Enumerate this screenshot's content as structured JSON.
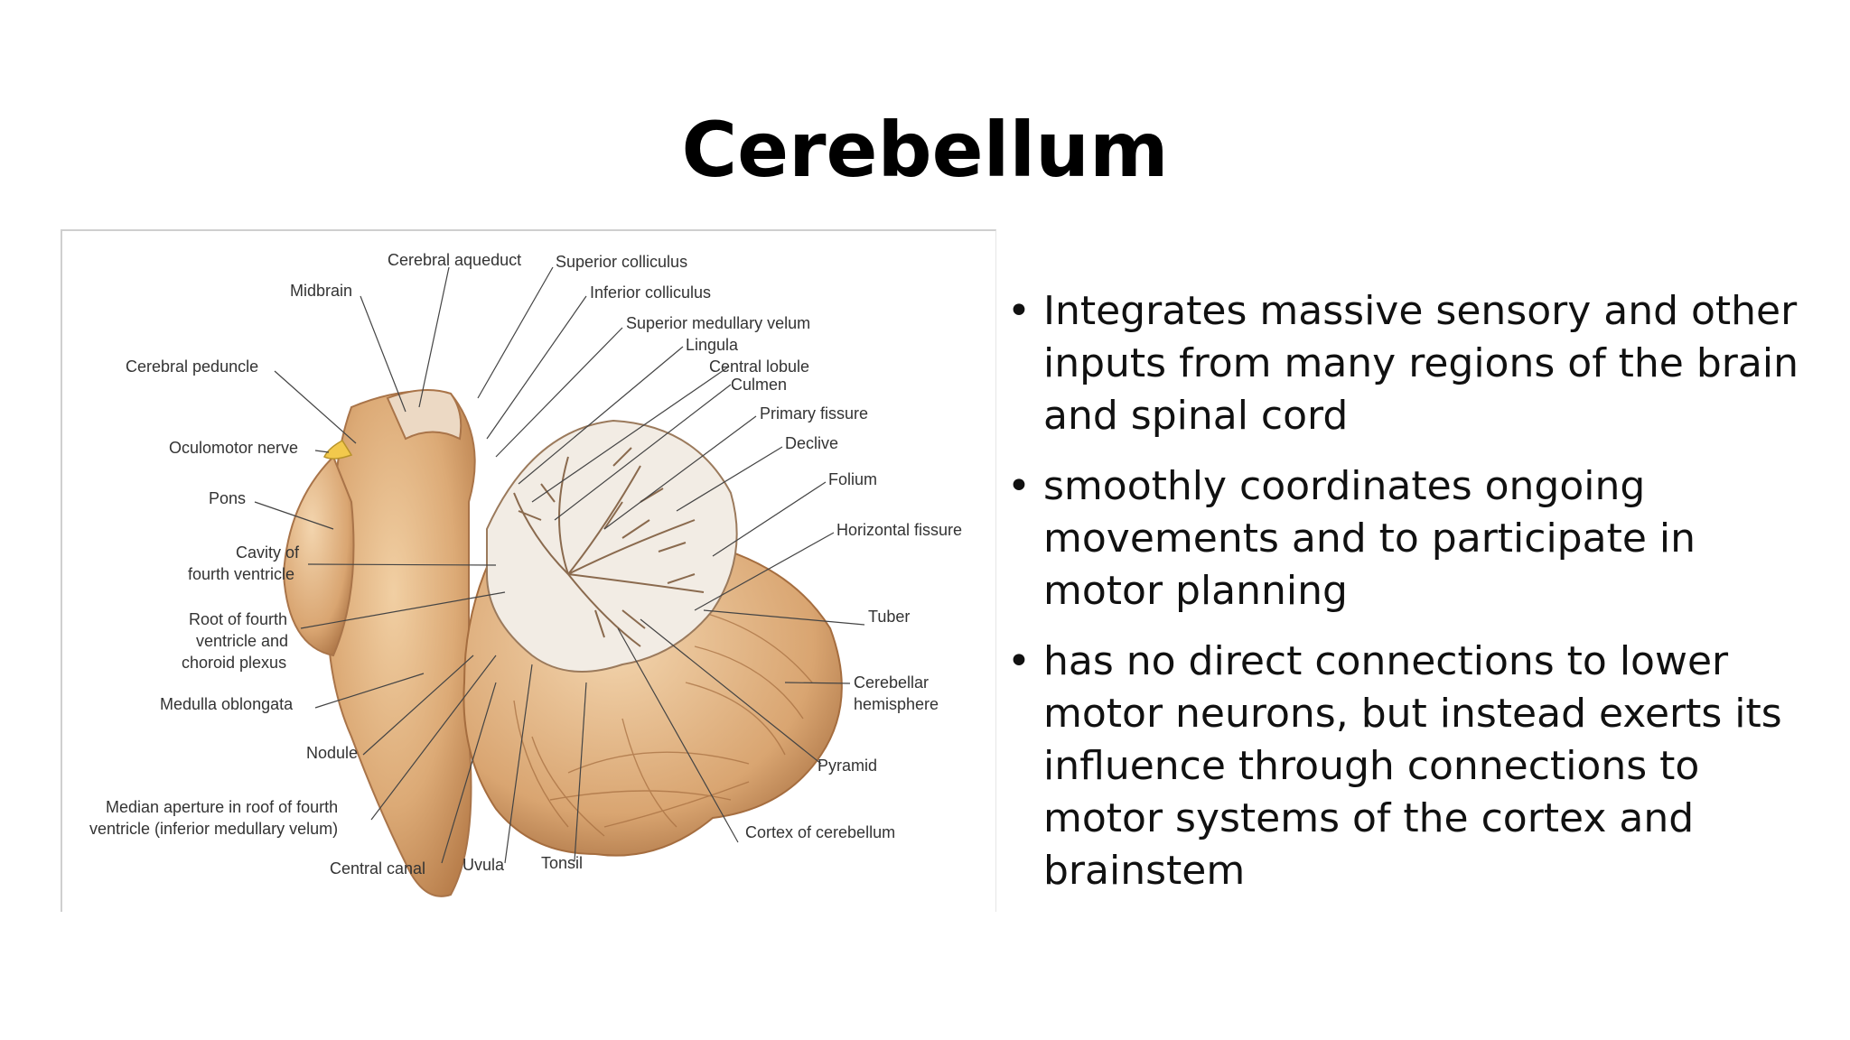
{
  "slide": {
    "title": "Cerebellum",
    "bullets": [
      "Integrates massive sensory and other inputs from many regions of the brain and spinal cord",
      "smoothly coordinates ongoing movements and to participate in motor planning",
      "has no direct connections to lower motor neurons, but instead exerts its influence through connections to motor systems of the cortex and brainstem"
    ]
  },
  "figure": {
    "labels": {
      "cerebral_aqueduct": "Cerebral aqueduct",
      "superior_colliculus": "Superior colliculus",
      "midbrain": "Midbrain",
      "inferior_colliculus": "Inferior colliculus",
      "superior_medullary_velum": "Superior medullary velum",
      "lingula": "Lingula",
      "cerebral_peduncle": "Cerebral peduncle",
      "central_lobule": "Central lobule",
      "culmen": "Culmen",
      "primary_fissure": "Primary fissure",
      "oculomotor_nerve": "Oculomotor nerve",
      "declive": "Declive",
      "folium": "Folium",
      "pons": "Pons",
      "horizontal_fissure": "Horizontal fissure",
      "cavity_line1": "Cavity of",
      "cavity_line2": "fourth ventricle",
      "root_line1": "Root of fourth",
      "root_line2": "ventricle and",
      "root_line3": "choroid plexus",
      "tuber": "Tuber",
      "cerebellar_line1": "Cerebellar",
      "cerebellar_line2": "hemisphere",
      "medulla_oblongata": "Medulla oblongata",
      "nodule": "Nodule",
      "pyramid": "Pyramid",
      "median_line1": "Median aperture in roof of fourth",
      "median_line2": "ventricle (inferior medullary velum)",
      "cortex_of_cerebellum": "Cortex of cerebellum",
      "central_canal": "Central canal",
      "uvula": "Uvula",
      "tonsil": "Tonsil"
    }
  }
}
